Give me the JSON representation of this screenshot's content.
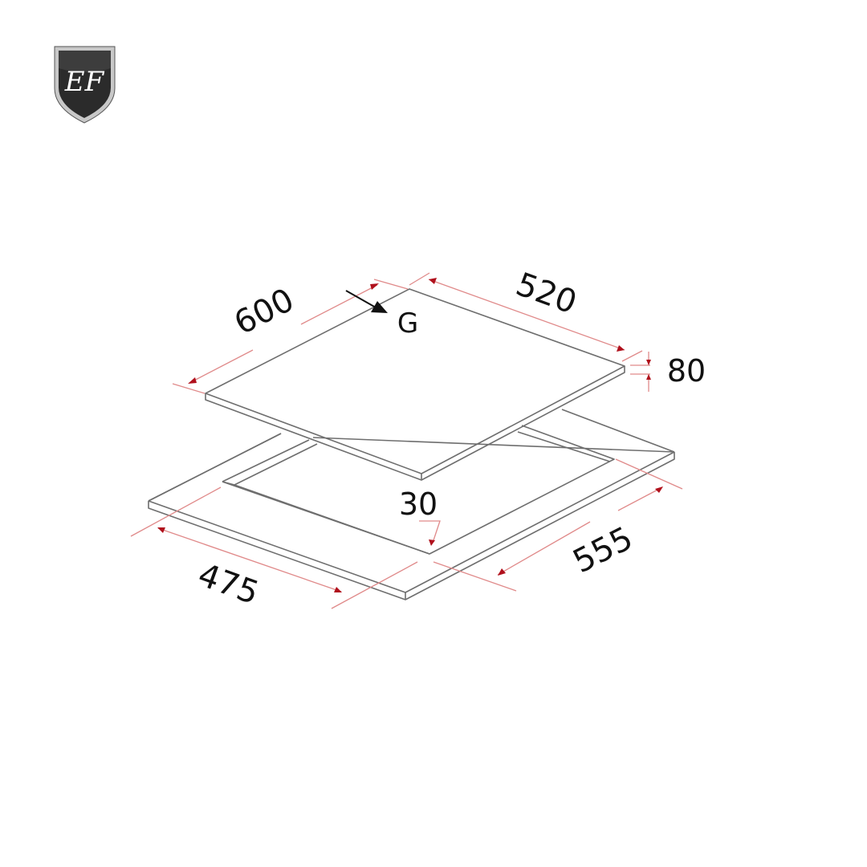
{
  "logo": {
    "monogram": "EF",
    "shield_color": "#2b2b2b",
    "border_color": "#c8c8c8"
  },
  "diagram": {
    "type": "hob cut-out installation dimensions",
    "units": "mm",
    "colors": {
      "outline": "#6e6e6e",
      "dimension_line": "#e08a8a",
      "arrowhead": "#b0101c",
      "text": "#111111"
    },
    "hob": {
      "gas_inlet_label": "G",
      "dimensions": {
        "depth": "600",
        "width": "520",
        "height": "80"
      }
    },
    "cutout": {
      "dimensions": {
        "width": "475",
        "depth": "555",
        "min_edge_distance": "30"
      }
    }
  }
}
